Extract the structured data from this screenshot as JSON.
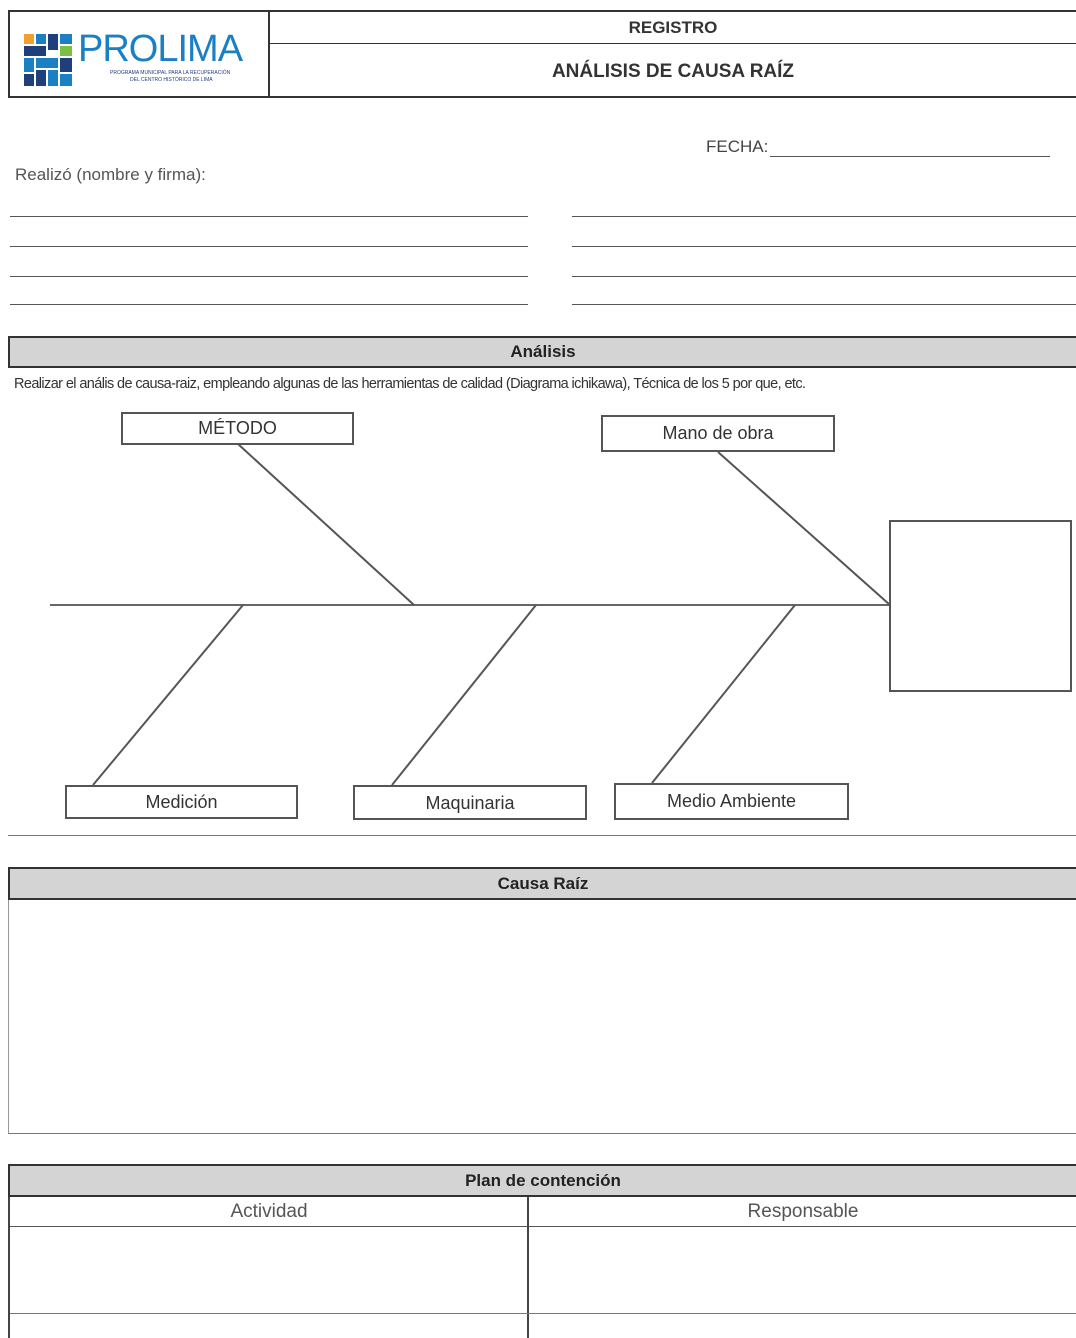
{
  "header": {
    "logo_text": "PROLIMA",
    "logo_subtitle_1": "PROGRAMA MUNICIPAL PARA LA RECUPERACIÓN",
    "logo_subtitle_2": "DEL CENTRO HISTÓRICO DE LIMA",
    "registro": "REGISTRO",
    "title": "ANÁLISIS DE CAUSA RAÍZ"
  },
  "form": {
    "fecha_label": "FECHA:",
    "realizo_label": "Realizó (nombre y firma):"
  },
  "analisis": {
    "header": "Análisis",
    "instructions": "Realizar el anális de causa-raiz, empleando algunas de las herramientas de calidad (Diagrama ichikawa), Técnica de los 5 por que, etc."
  },
  "ishikawa": {
    "categories_top": [
      "MÉTODO",
      "Mano de obra"
    ],
    "categories_bottom": [
      "Medición",
      "Maquinaria",
      "Medio Ambiente"
    ]
  },
  "causa_raiz": {
    "header": "Causa Raíz"
  },
  "plan": {
    "header": "Plan de contención",
    "columns": [
      "Actividad",
      "Responsable"
    ]
  },
  "colors": {
    "logo_blue": "#1b7fc4",
    "logo_dark": "#1e3f7a",
    "logo_green": "#7bbf44",
    "logo_orange": "#f0a030",
    "section_bar": "#d4d4d4"
  }
}
